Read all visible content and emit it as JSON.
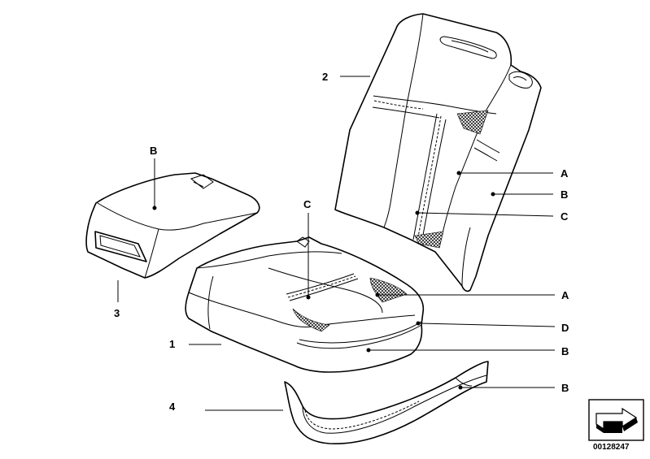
{
  "diagram": {
    "part_numbers": {
      "seat_cushion": "1",
      "backrest": "2",
      "armrest": "3",
      "side_trim": "4"
    },
    "callouts": {
      "armrest_top": "B",
      "backrest_center": "A",
      "backrest_side": "B",
      "backrest_seam": "C",
      "cushion_seam": "C",
      "cushion_center": "A",
      "cushion_piping": "D",
      "cushion_front": "B",
      "side_trim": "B"
    },
    "drawing_code": "00128247"
  }
}
